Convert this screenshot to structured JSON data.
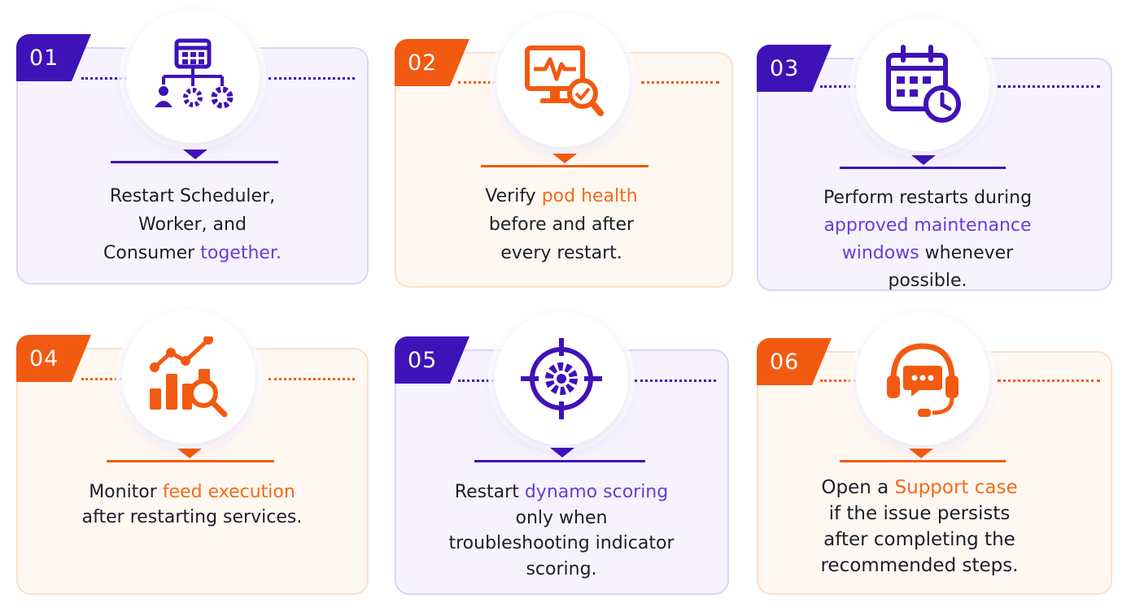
{
  "cards": [
    {
      "number": "01",
      "text_before": "Restart Scheduler,\nWorker, and\nConsumer ",
      "highlight": "together.",
      "text_after": "",
      "icon": "schedule-team-settings-icon",
      "accent": "#3f12b8"
    },
    {
      "number": "02",
      "text_before": "Verify ",
      "highlight": "pod health",
      "text_after": "\nbefore and after\nevery restart.",
      "icon": "monitor-health-check-icon",
      "accent": "#f25a11"
    },
    {
      "number": "03",
      "text_before": "Perform restarts during\n",
      "highlight": "approved maintenance\nwindows",
      "text_after": " whenever\npossible.",
      "icon": "calendar-clock-icon",
      "accent": "#3f12b8"
    },
    {
      "number": "04",
      "text_before": "Monitor ",
      "highlight": "feed execution",
      "text_after": "\nafter restarting services.",
      "icon": "chart-search-icon",
      "accent": "#f25a11"
    },
    {
      "number": "05",
      "text_before": "Restart ",
      "highlight": "dynamo scoring",
      "text_after": "\nonly when\ntroubleshooting indicator\nscoring.",
      "icon": "target-gear-icon",
      "accent": "#3f12b8"
    },
    {
      "number": "06",
      "text_before": "Open a ",
      "highlight": "Support case",
      "text_after": "\nif the issue persists\nafter completing the\nrecommended steps.",
      "icon": "headset-chat-icon",
      "accent": "#f25a11"
    }
  ]
}
